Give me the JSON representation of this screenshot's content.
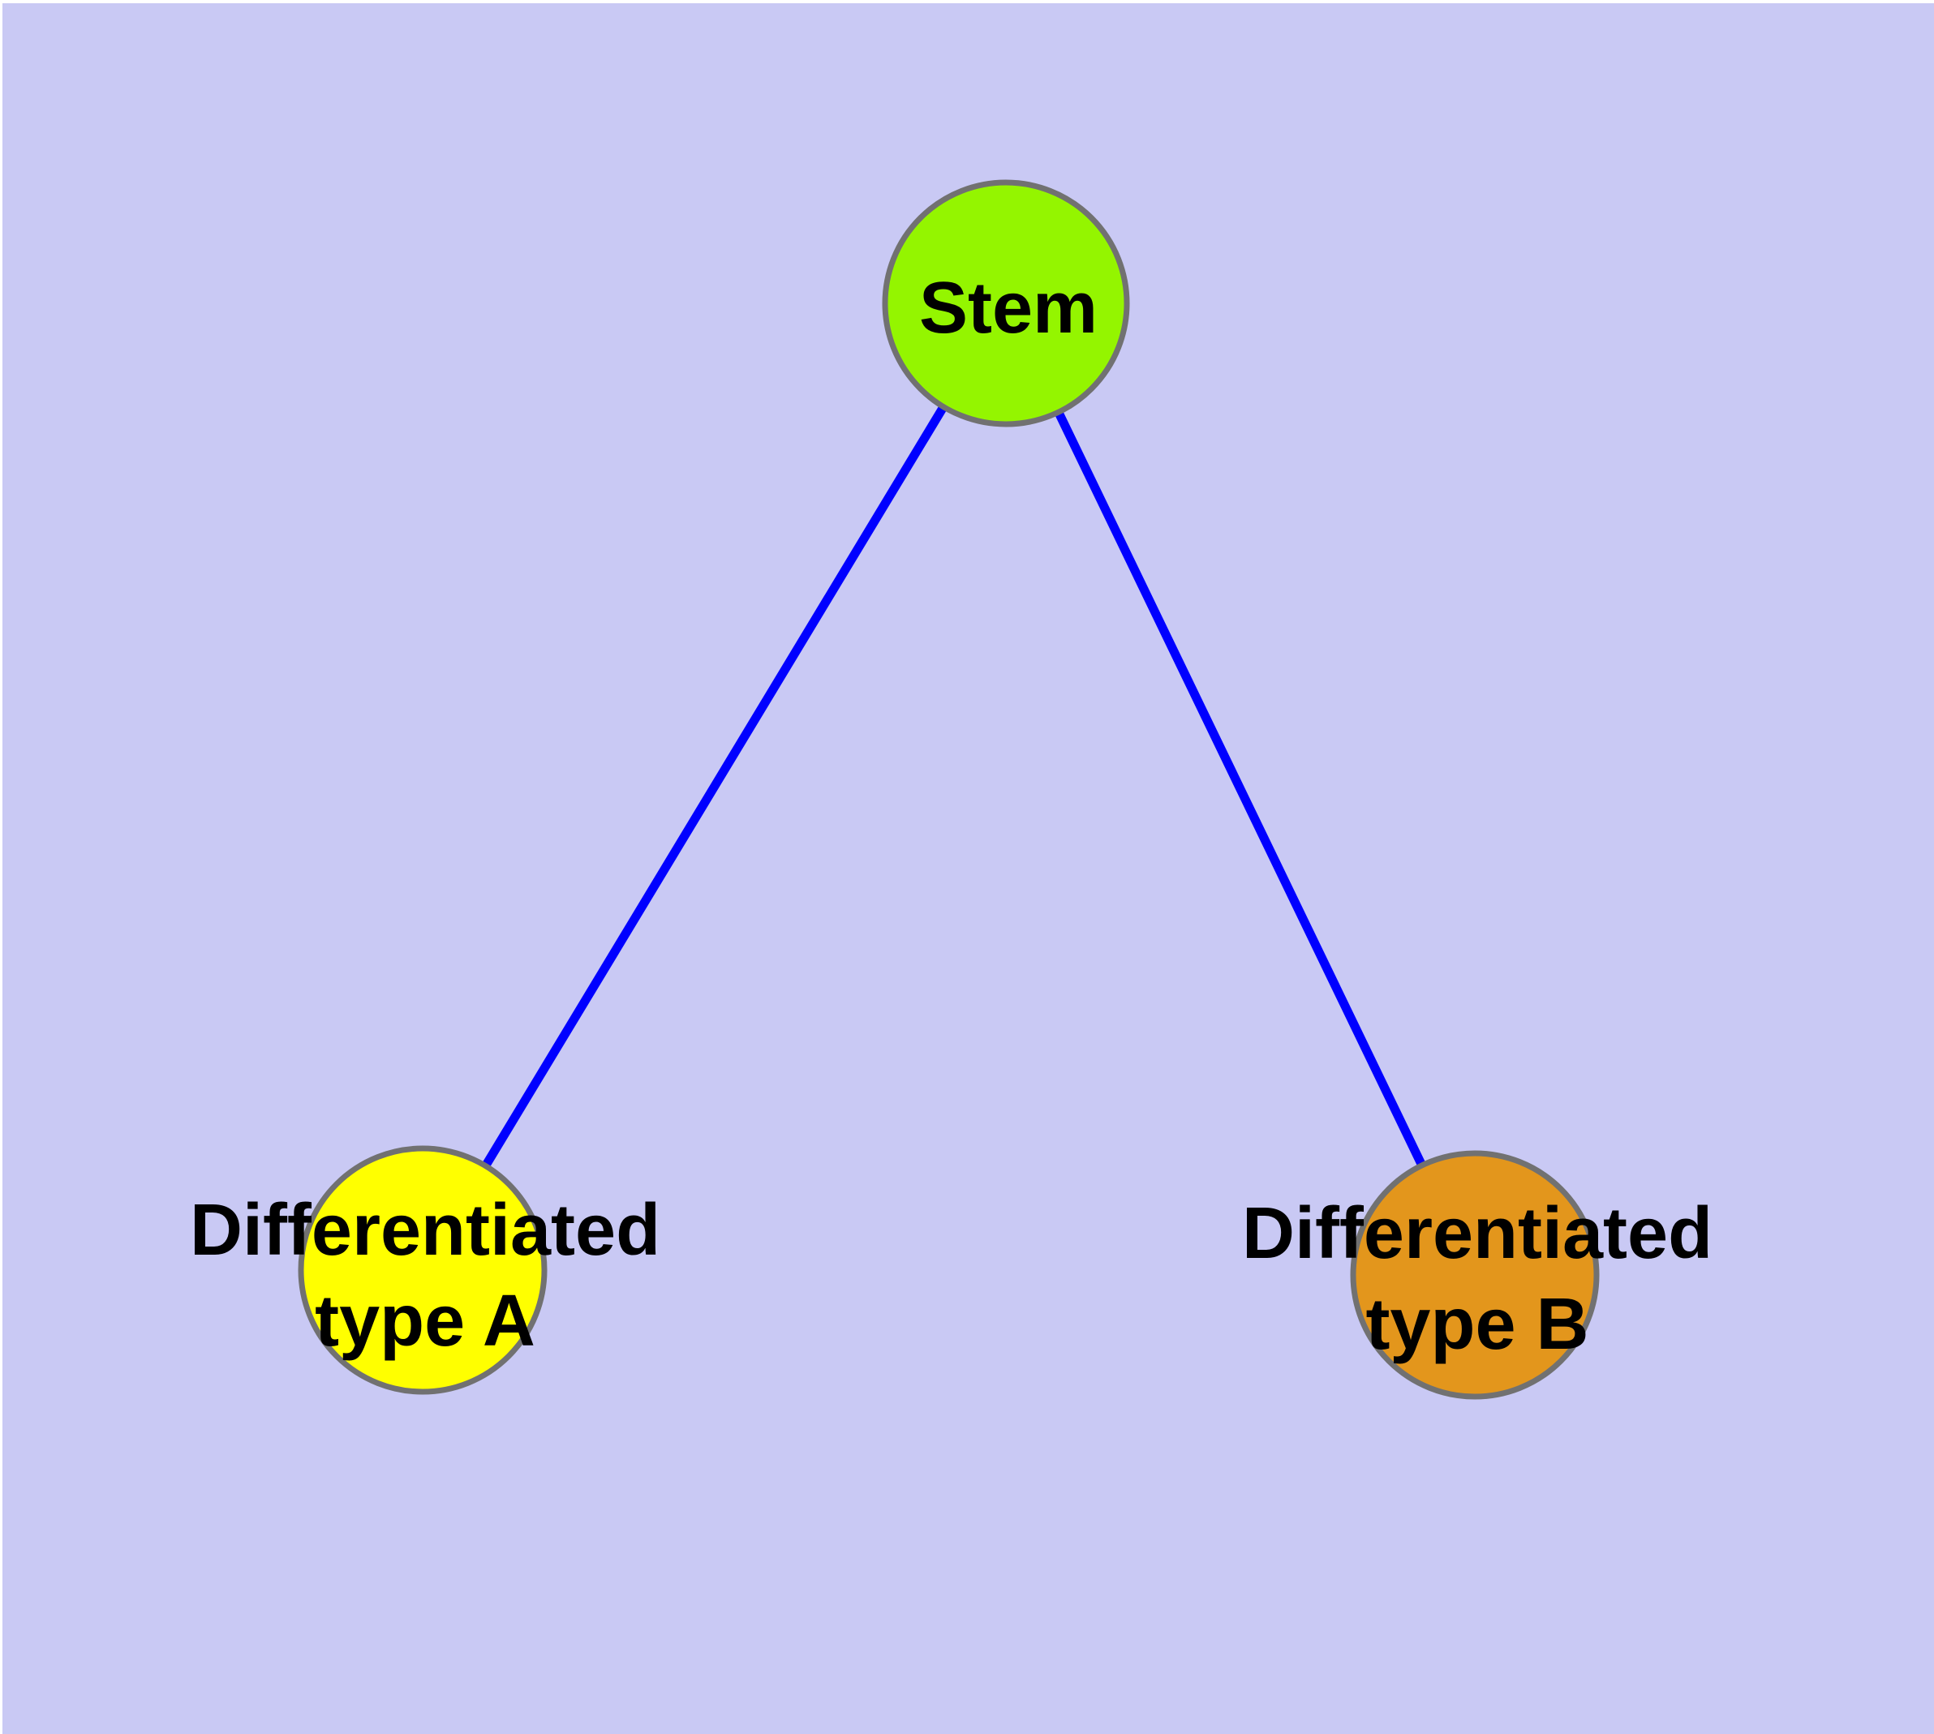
{
  "diagram": {
    "type": "graph",
    "background_color": "#C9C9F4",
    "edge_color": "#0000FF",
    "node_border_color": "#717171",
    "nodes": {
      "stem": {
        "label": "Stem",
        "fill": "#94F500"
      },
      "type_a": {
        "label": "Differentiated\ntype A",
        "fill": "#FFFF00"
      },
      "type_b": {
        "label": "Differentiated\ntype B",
        "fill": "#E3961C"
      }
    },
    "edges": [
      {
        "from": "Stem",
        "to": "Differentiated type A"
      },
      {
        "from": "Stem",
        "to": "Differentiated type B"
      }
    ]
  }
}
